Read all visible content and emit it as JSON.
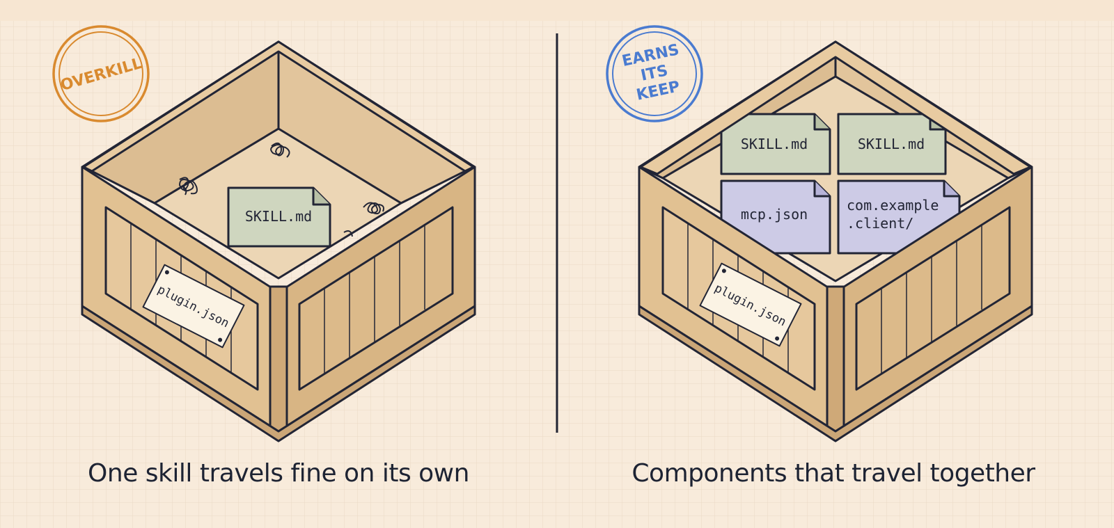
{
  "left_panel": {
    "stamp": "OVERKILL",
    "manifest_label": "plugin.json",
    "contents": [
      "SKILL.md"
    ],
    "caption": "One skill travels fine on its own"
  },
  "right_panel": {
    "stamp": [
      "EARNS",
      "ITS",
      "KEEP"
    ],
    "manifest_label": "plugin.json",
    "contents": [
      "SKILL.md",
      "SKILL.md",
      "mcp.json",
      "com.example",
      ".client/"
    ],
    "caption": "Components that travel together"
  },
  "colors": {
    "background": "#f8ebdb",
    "grid": "#ead9c4",
    "wood": "#e1c192",
    "wood_dark": "#c9a473",
    "outline": "#222535",
    "skill_card": "#cfd6bf",
    "mcp_card": "#cdcbe6",
    "stamp_overkill": "#d98a2f",
    "stamp_earns": "#4a7bd0",
    "text": "#1d2333"
  }
}
